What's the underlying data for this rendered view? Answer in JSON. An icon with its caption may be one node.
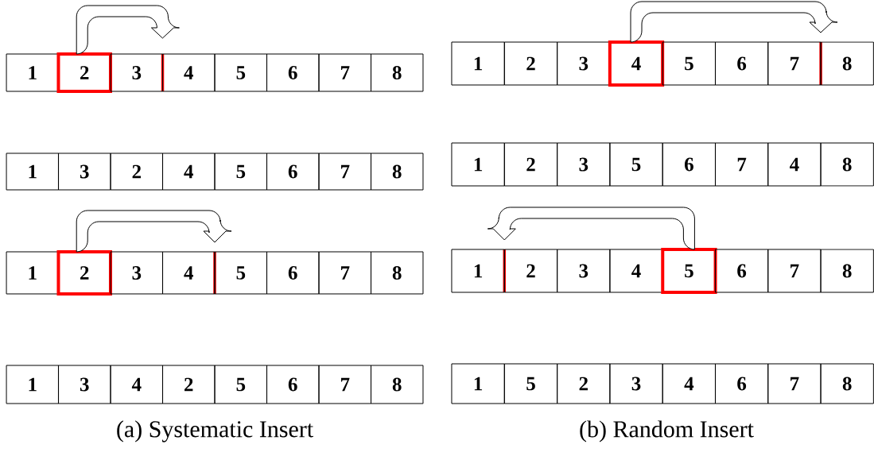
{
  "diagram": {
    "nodes": [
      {
        "text": [
          "1"
        ]
      },
      {
        "text": [
          "2"
        ]
      },
      {
        "text": [
          "3"
        ]
      },
      {
        "text": [
          "4"
        ]
      },
      {
        "text": [
          "5"
        ]
      },
      {
        "text": [
          "6"
        ]
      },
      {
        "text": [
          "7"
        ]
      },
      {
        "text": [
          "8"
        ]
      },
      {
        "text": [
          "1"
        ]
      },
      {
        "text": [
          "2"
        ]
      },
      {
        "text": [
          "3"
        ]
      },
      {
        "text": [
          "4"
        ]
      },
      {
        "text": [
          "5"
        ]
      },
      {
        "text": [
          "6"
        ]
      },
      {
        "text": [
          "7"
        ]
      },
      {
        "text": [
          "8"
        ]
      },
      {
        "text": [
          "1"
        ]
      },
      {
        "text": [
          "3"
        ]
      },
      {
        "text": [
          "2"
        ]
      },
      {
        "text": [
          "4"
        ]
      },
      {
        "text": [
          "5"
        ]
      },
      {
        "text": [
          "6"
        ]
      },
      {
        "text": [
          "7"
        ]
      },
      {
        "text": [
          "8"
        ]
      },
      {
        "text": [
          "1"
        ]
      },
      {
        "text": [
          "2"
        ]
      },
      {
        "text": [
          "3"
        ]
      },
      {
        "text": [
          "5"
        ]
      },
      {
        "text": [
          "6"
        ]
      },
      {
        "text": [
          "7"
        ]
      },
      {
        "text": [
          "4"
        ]
      },
      {
        "text": [
          "8"
        ]
      },
      {
        "text": [
          "1"
        ]
      },
      {
        "text": [
          "2"
        ]
      },
      {
        "text": [
          "3"
        ]
      },
      {
        "text": [
          "4"
        ]
      },
      {
        "text": [
          "5"
        ]
      },
      {
        "text": [
          "6"
        ]
      },
      {
        "text": [
          "7"
        ]
      },
      {
        "text": [
          "8"
        ]
      },
      {
        "text": [
          "1"
        ]
      },
      {
        "text": [
          "2"
        ]
      },
      {
        "text": [
          "3"
        ]
      },
      {
        "text": [
          "4"
        ]
      },
      {
        "text": [
          "5"
        ]
      },
      {
        "text": [
          "6"
        ]
      },
      {
        "text": [
          "7"
        ]
      },
      {
        "text": [
          "8"
        ]
      },
      {
        "text": [
          "1"
        ]
      },
      {
        "text": [
          "3"
        ]
      },
      {
        "text": [
          "4"
        ]
      },
      {
        "text": [
          "2"
        ]
      },
      {
        "text": [
          "5"
        ]
      },
      {
        "text": [
          "6"
        ]
      },
      {
        "text": [
          "7"
        ]
      },
      {
        "text": [
          "8"
        ]
      },
      {
        "text": [
          "1"
        ]
      },
      {
        "text": [
          "5"
        ]
      },
      {
        "text": [
          "2"
        ]
      },
      {
        "text": [
          "3"
        ]
      },
      {
        "text": [
          "4"
        ]
      },
      {
        "text": [
          "6"
        ]
      },
      {
        "text": [
          "7"
        ]
      },
      {
        "text": [
          "8"
        ]
      }
    ],
    "edges": [
      {
        "from": 1,
        "to": null,
        "arrow": "to"
      },
      {
        "from": 11,
        "to": null,
        "arrow": "to"
      },
      {
        "from": 33,
        "to": null,
        "arrow": "to"
      },
      {
        "from": 44,
        "to": null,
        "arrow": "to"
      }
    ],
    "labels": [
      "(a) Systematic Insert",
      "(b) Random Insert"
    ]
  }
}
